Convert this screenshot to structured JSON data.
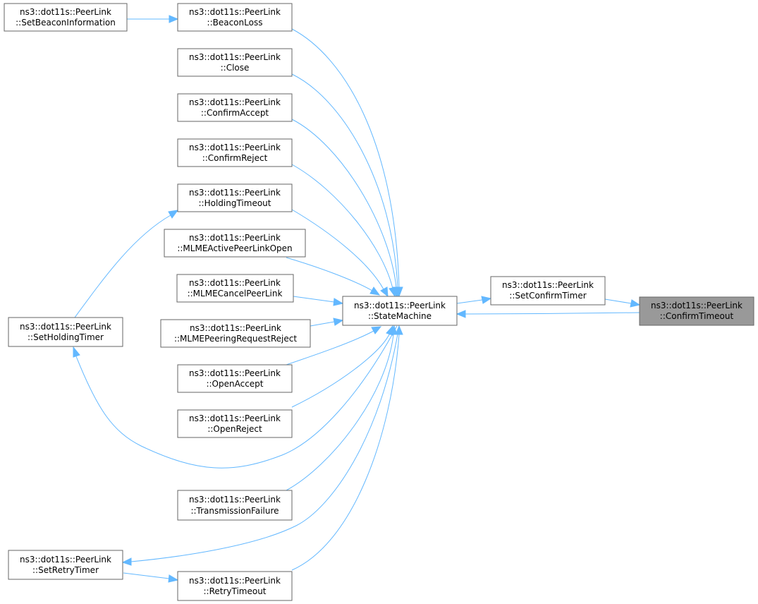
{
  "graph": {
    "nodes": {
      "set_beacon_information": {
        "line1": "ns3::dot11s::PeerLink",
        "line2": "::SetBeaconInformation"
      },
      "beacon_loss": {
        "line1": "ns3::dot11s::PeerLink",
        "line2": "::BeaconLoss"
      },
      "close": {
        "line1": "ns3::dot11s::PeerLink",
        "line2": "::Close"
      },
      "confirm_accept": {
        "line1": "ns3::dot11s::PeerLink",
        "line2": "::ConfirmAccept"
      },
      "confirm_reject": {
        "line1": "ns3::dot11s::PeerLink",
        "line2": "::ConfirmReject"
      },
      "holding_timeout": {
        "line1": "ns3::dot11s::PeerLink",
        "line2": "::HoldingTimeout"
      },
      "mlme_active_peer_link_open": {
        "line1": "ns3::dot11s::PeerLink",
        "line2": "::MLMEActivePeerLinkOpen"
      },
      "mlme_cancel_peer_link": {
        "line1": "ns3::dot11s::PeerLink",
        "line2": "::MLMECancelPeerLink"
      },
      "mlme_peering_request_reject": {
        "line1": "ns3::dot11s::PeerLink",
        "line2": "::MLMEPeeringRequestReject"
      },
      "open_accept": {
        "line1": "ns3::dot11s::PeerLink",
        "line2": "::OpenAccept"
      },
      "open_reject": {
        "line1": "ns3::dot11s::PeerLink",
        "line2": "::OpenReject"
      },
      "transmission_failure": {
        "line1": "ns3::dot11s::PeerLink",
        "line2": "::TransmissionFailure"
      },
      "retry_timeout": {
        "line1": "ns3::dot11s::PeerLink",
        "line2": "::RetryTimeout"
      },
      "set_holding_timer": {
        "line1": "ns3::dot11s::PeerLink",
        "line2": "::SetHoldingTimer"
      },
      "set_retry_timer": {
        "line1": "ns3::dot11s::PeerLink",
        "line2": "::SetRetryTimer"
      },
      "state_machine": {
        "line1": "ns3::dot11s::PeerLink",
        "line2": "::StateMachine"
      },
      "set_confirm_timer": {
        "line1": "ns3::dot11s::PeerLink",
        "line2": "::SetConfirmTimer"
      },
      "confirm_timeout": {
        "line1": "ns3::dot11s::PeerLink",
        "line2": "::ConfirmTimeout"
      }
    },
    "focus_node": "confirm_timeout",
    "edges": [
      {
        "from": "set_beacon_information",
        "to": "beacon_loss"
      },
      {
        "from": "beacon_loss",
        "to": "state_machine"
      },
      {
        "from": "close",
        "to": "state_machine"
      },
      {
        "from": "confirm_accept",
        "to": "state_machine"
      },
      {
        "from": "confirm_reject",
        "to": "state_machine"
      },
      {
        "from": "holding_timeout",
        "to": "state_machine"
      },
      {
        "from": "mlme_active_peer_link_open",
        "to": "state_machine"
      },
      {
        "from": "mlme_cancel_peer_link",
        "to": "state_machine"
      },
      {
        "from": "mlme_peering_request_reject",
        "to": "state_machine"
      },
      {
        "from": "open_accept",
        "to": "state_machine"
      },
      {
        "from": "open_reject",
        "to": "state_machine"
      },
      {
        "from": "transmission_failure",
        "to": "state_machine"
      },
      {
        "from": "retry_timeout",
        "to": "state_machine"
      },
      {
        "from": "set_holding_timer",
        "to": "holding_timeout"
      },
      {
        "from": "state_machine",
        "to": "set_holding_timer"
      },
      {
        "from": "state_machine",
        "to": "set_retry_timer"
      },
      {
        "from": "set_retry_timer",
        "to": "retry_timeout"
      },
      {
        "from": "state_machine",
        "to": "set_confirm_timer"
      },
      {
        "from": "set_confirm_timer",
        "to": "confirm_timeout"
      },
      {
        "from": "confirm_timeout",
        "to": "state_machine"
      }
    ],
    "colors": {
      "edge": "#63b8ff",
      "node_border": "#666666",
      "node_fill": "#ffffff",
      "focus_fill": "#999999"
    }
  }
}
